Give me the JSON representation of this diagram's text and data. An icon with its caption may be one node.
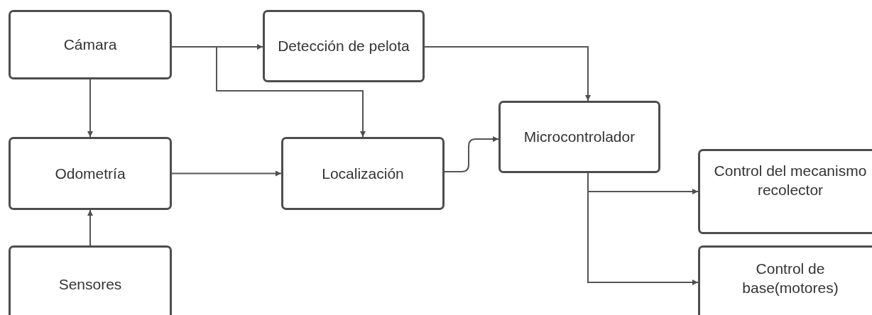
{
  "diagram": {
    "nodes": [
      {
        "text": [
          "Cámara"
        ]
      },
      {
        "text": [
          "Detección de pelota"
        ]
      },
      {
        "text": [
          "Microcontrolador"
        ]
      },
      {
        "text": [
          "Odometría"
        ]
      },
      {
        "text": [
          "Localización"
        ]
      },
      {
        "text": [
          "Control del mecanismo recolector"
        ]
      },
      {
        "text": [
          "Sensores"
        ]
      },
      {
        "text": [
          "Control de base(motores)"
        ]
      }
    ],
    "edges": [
      {
        "from": 0,
        "to": 1,
        "arrow": "to"
      },
      {
        "from": 0,
        "to": 4,
        "arrow": "to"
      },
      {
        "from": 1,
        "to": 2,
        "arrow": "to"
      },
      {
        "from": 0,
        "to": 3,
        "arrow": "to"
      },
      {
        "from": 6,
        "to": 3,
        "arrow": "to"
      },
      {
        "from": 3,
        "to": 4,
        "arrow": "to"
      },
      {
        "from": 4,
        "to": 2,
        "arrow": "to"
      },
      {
        "from": 2,
        "to": 5,
        "arrow": "to"
      },
      {
        "from": 2,
        "to": 7,
        "arrow": "to"
      }
    ]
  }
}
